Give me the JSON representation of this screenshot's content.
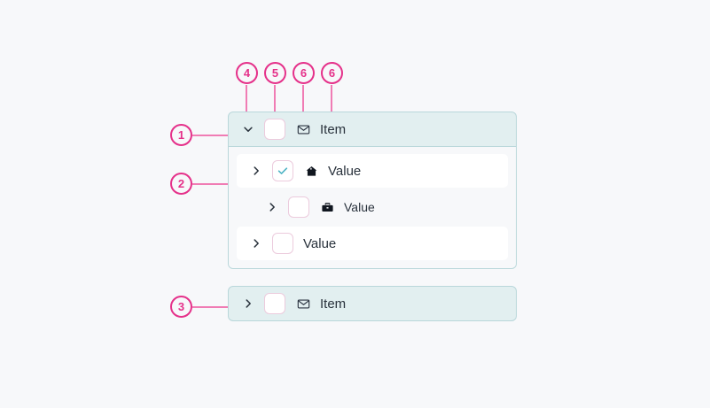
{
  "page": {
    "background": "#f7f8fa",
    "accent_pink": "#e5318a",
    "accent_pink_line": "#f07cb4",
    "group_bg": "#e2eff0",
    "group_border": "#b9d7da",
    "panel_bg": "#f7f8fa",
    "row_bg": "#ffffff",
    "checkbox_border": "#eccbdd",
    "check_color": "#4cb3c4",
    "text_color": "#29323c"
  },
  "callouts": {
    "left": [
      {
        "id": "1",
        "number": "1"
      },
      {
        "id": "2",
        "number": "2"
      },
      {
        "id": "3",
        "number": "3"
      }
    ],
    "top": [
      {
        "id": "4",
        "number": "4"
      },
      {
        "id": "5",
        "number": "5"
      },
      {
        "id": "6a",
        "number": "6"
      },
      {
        "id": "6b",
        "number": "6"
      }
    ]
  },
  "tree": {
    "groups": [
      {
        "id": "group-1",
        "expanded": true,
        "header": {
          "chevron": "chevron-down-icon",
          "checkbox": {
            "checked": false
          },
          "icon": "mail-icon",
          "label": "Item"
        },
        "children": [
          {
            "id": "row-1",
            "chevron": "chevron-right-icon",
            "checkbox": {
              "checked": true
            },
            "icon": "home-icon",
            "label": "Value",
            "indent": 0,
            "style": "card"
          },
          {
            "id": "row-2",
            "chevron": "chevron-right-icon",
            "checkbox": {
              "checked": false
            },
            "icon": "briefcase-icon",
            "label": "Value",
            "indent": 1,
            "style": "plain"
          },
          {
            "id": "row-3",
            "chevron": "chevron-right-icon",
            "checkbox": {
              "checked": false
            },
            "icon": null,
            "label": "Value",
            "indent": 0,
            "style": "card"
          }
        ]
      },
      {
        "id": "group-2",
        "expanded": false,
        "header": {
          "chevron": "chevron-right-icon",
          "checkbox": {
            "checked": false
          },
          "icon": "mail-icon",
          "label": "Item"
        },
        "children": []
      }
    ]
  }
}
